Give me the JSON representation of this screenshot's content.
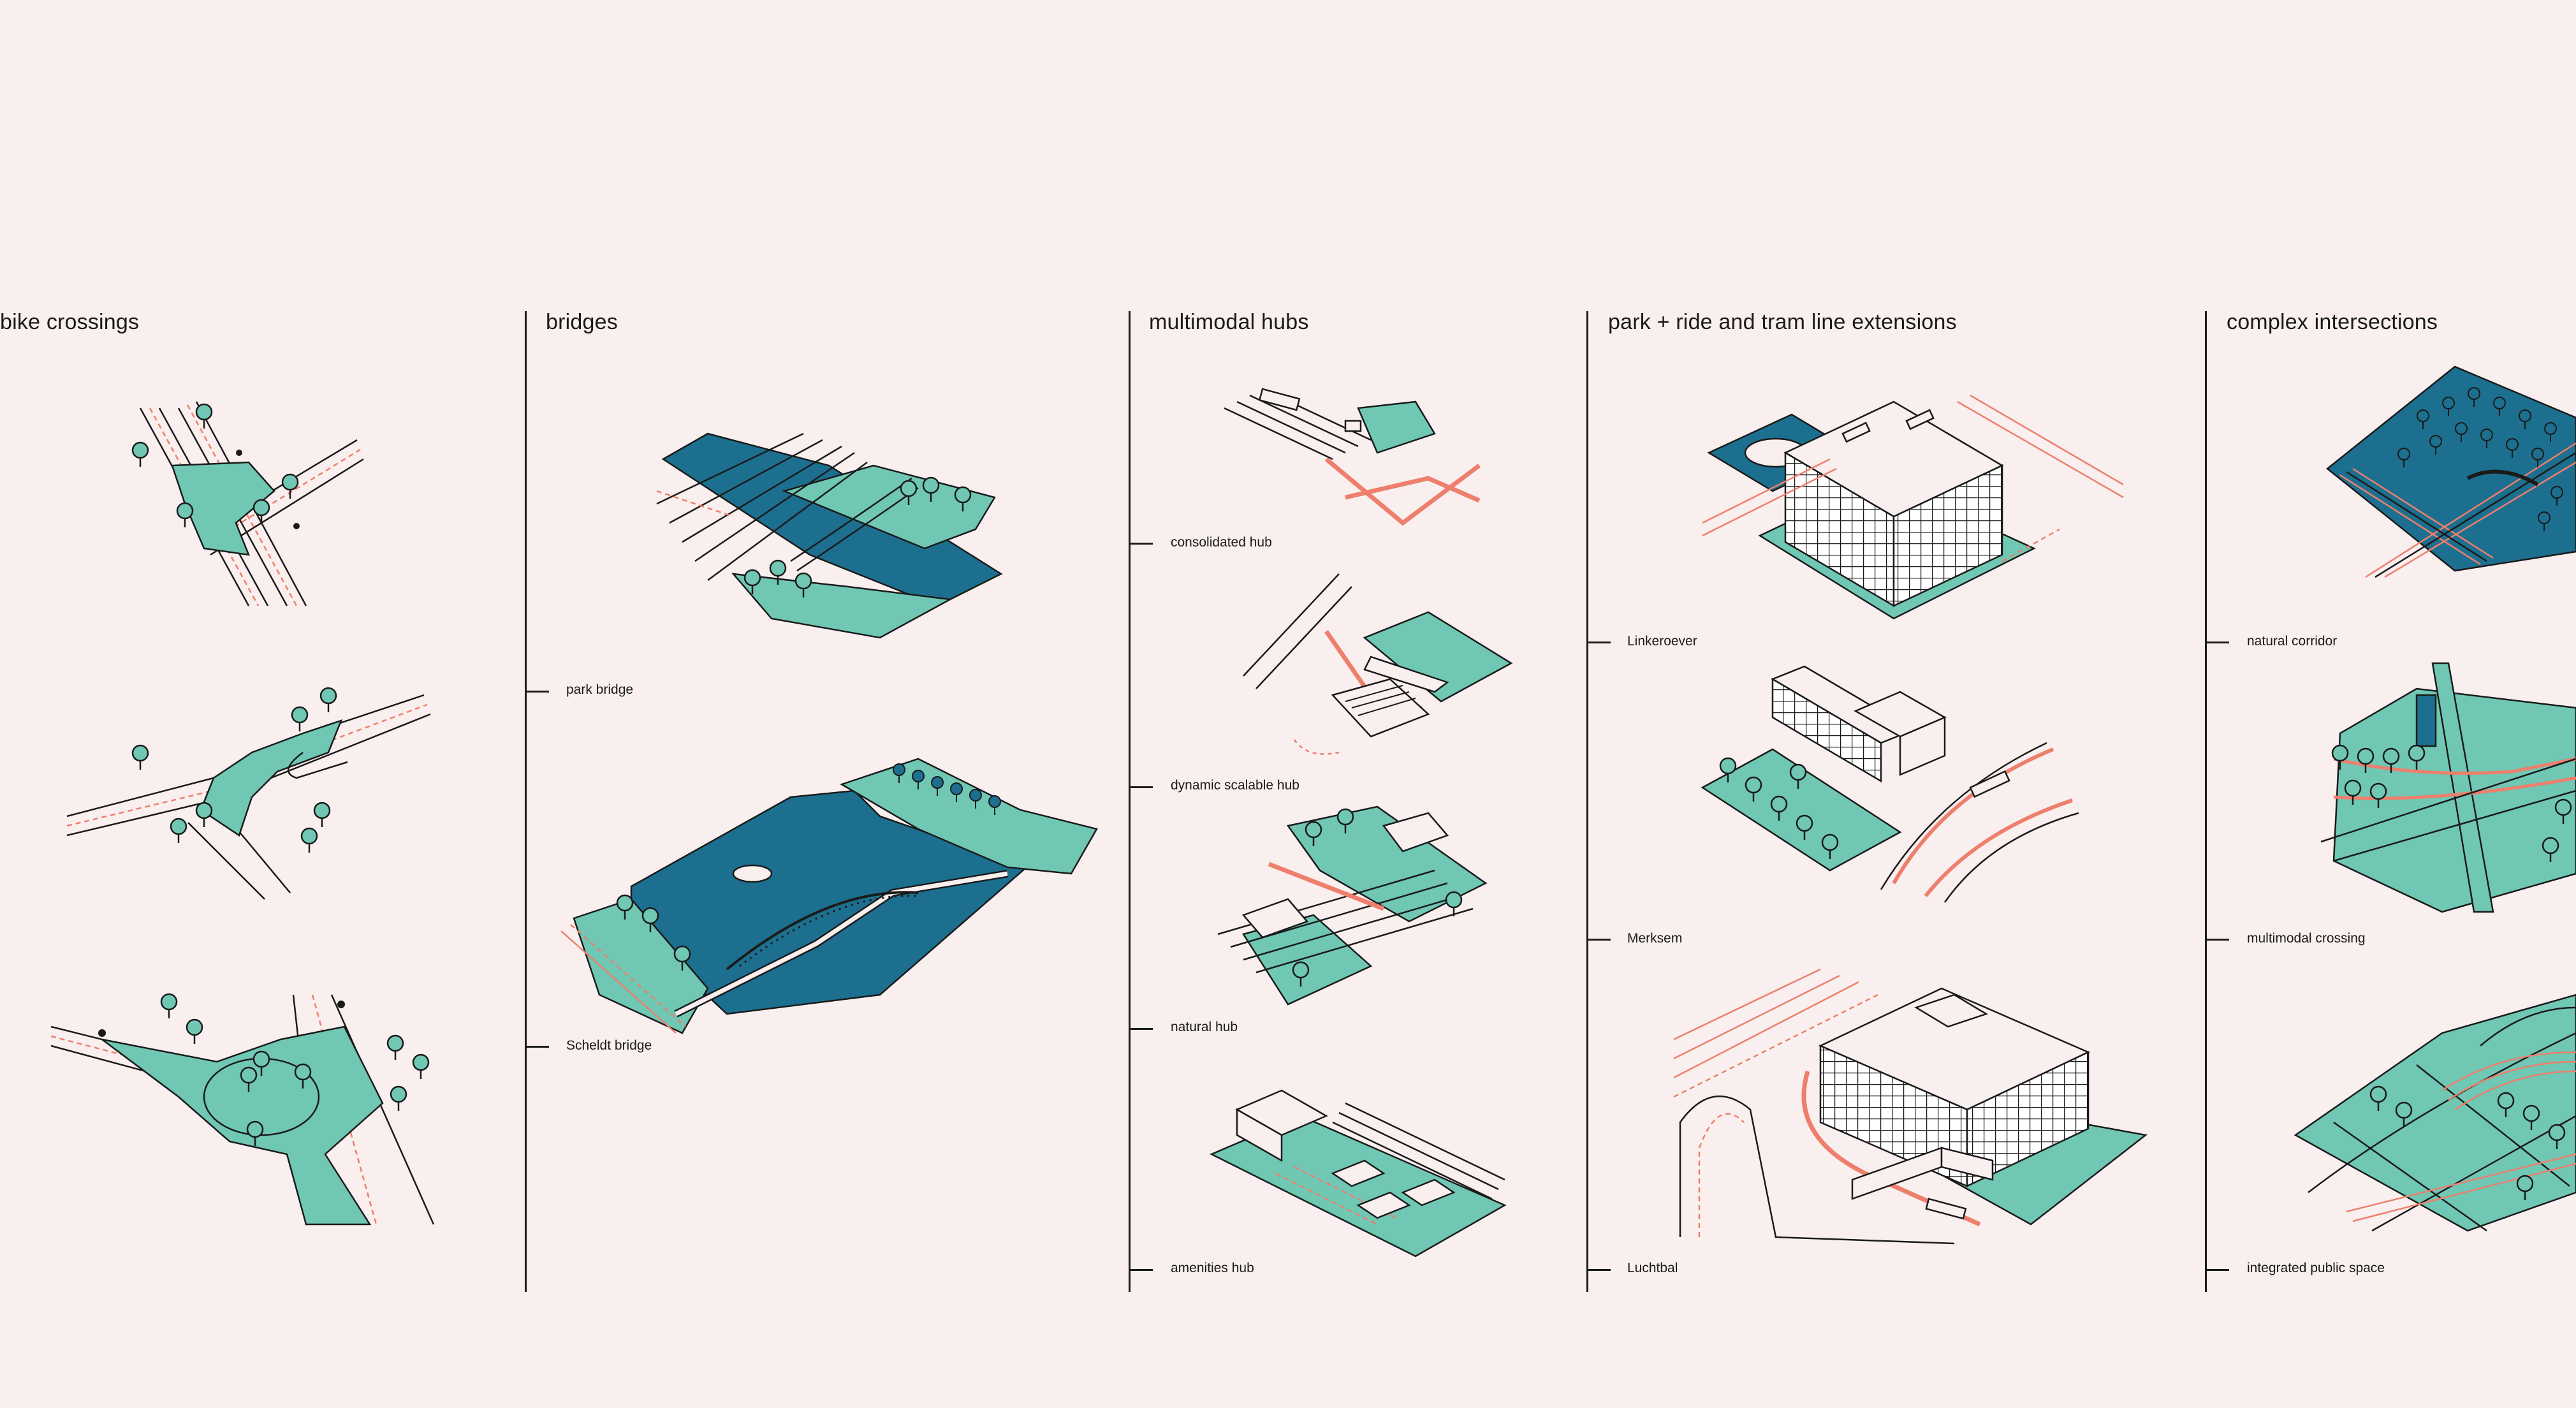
{
  "colors": {
    "background": "#f8efee",
    "mint": "#6fc7b4",
    "teal": "#1c6f8e",
    "coral": "#ee7f6c",
    "ink": "#1a1a1a"
  },
  "columns": [
    {
      "title": "bike crossings",
      "labels": []
    },
    {
      "title": "bridges",
      "labels": [
        "park bridge",
        "Scheldt bridge"
      ]
    },
    {
      "title": "multimodal hubs",
      "labels": [
        "consolidated hub",
        "dynamic scalable hub",
        "natural hub",
        "amenities hub"
      ]
    },
    {
      "title": "park + ride and tram line extensions",
      "labels": [
        "Linkeroever",
        "Merksem",
        "Luchtbal"
      ]
    },
    {
      "title": "complex intersections",
      "labels": [
        "natural corridor",
        "multimodal crossing",
        "integrated public space"
      ]
    }
  ]
}
